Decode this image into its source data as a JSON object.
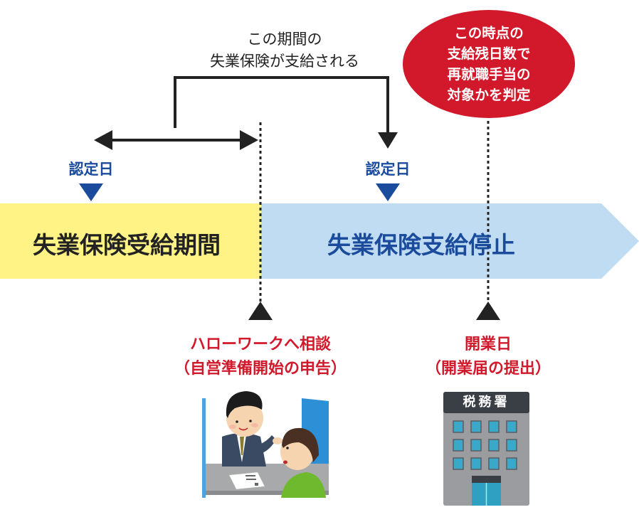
{
  "colors": {
    "yellow_bar": "#fff385",
    "blue_bar": "#bfdcf2",
    "navy_text": "#1b4b9c",
    "dark_text": "#222222",
    "red": "#d1192b",
    "arrow_black": "#222222"
  },
  "top_caption": {
    "line1": "この期間の",
    "line2": "失業保険が支給される"
  },
  "callout": {
    "lines": [
      "この時点の",
      "支給残日数で",
      "再就職手当の",
      "対象かを判定"
    ]
  },
  "markers": {
    "left_nintei": "認定日",
    "right_nintei": "認定日"
  },
  "timeline": {
    "phase1_label": "失業保険受給期間",
    "phase2_label": "失業保険支給停止"
  },
  "events": [
    {
      "line1": "ハローワークへ相談",
      "line2": "（自営準備開始の申告）"
    },
    {
      "line1": "開業日",
      "line2": "（開業届の提出）"
    }
  ],
  "illustrations": {
    "consultation": "hello-work-consultation-illustration",
    "tax_office": {
      "sign": "税務署"
    }
  }
}
